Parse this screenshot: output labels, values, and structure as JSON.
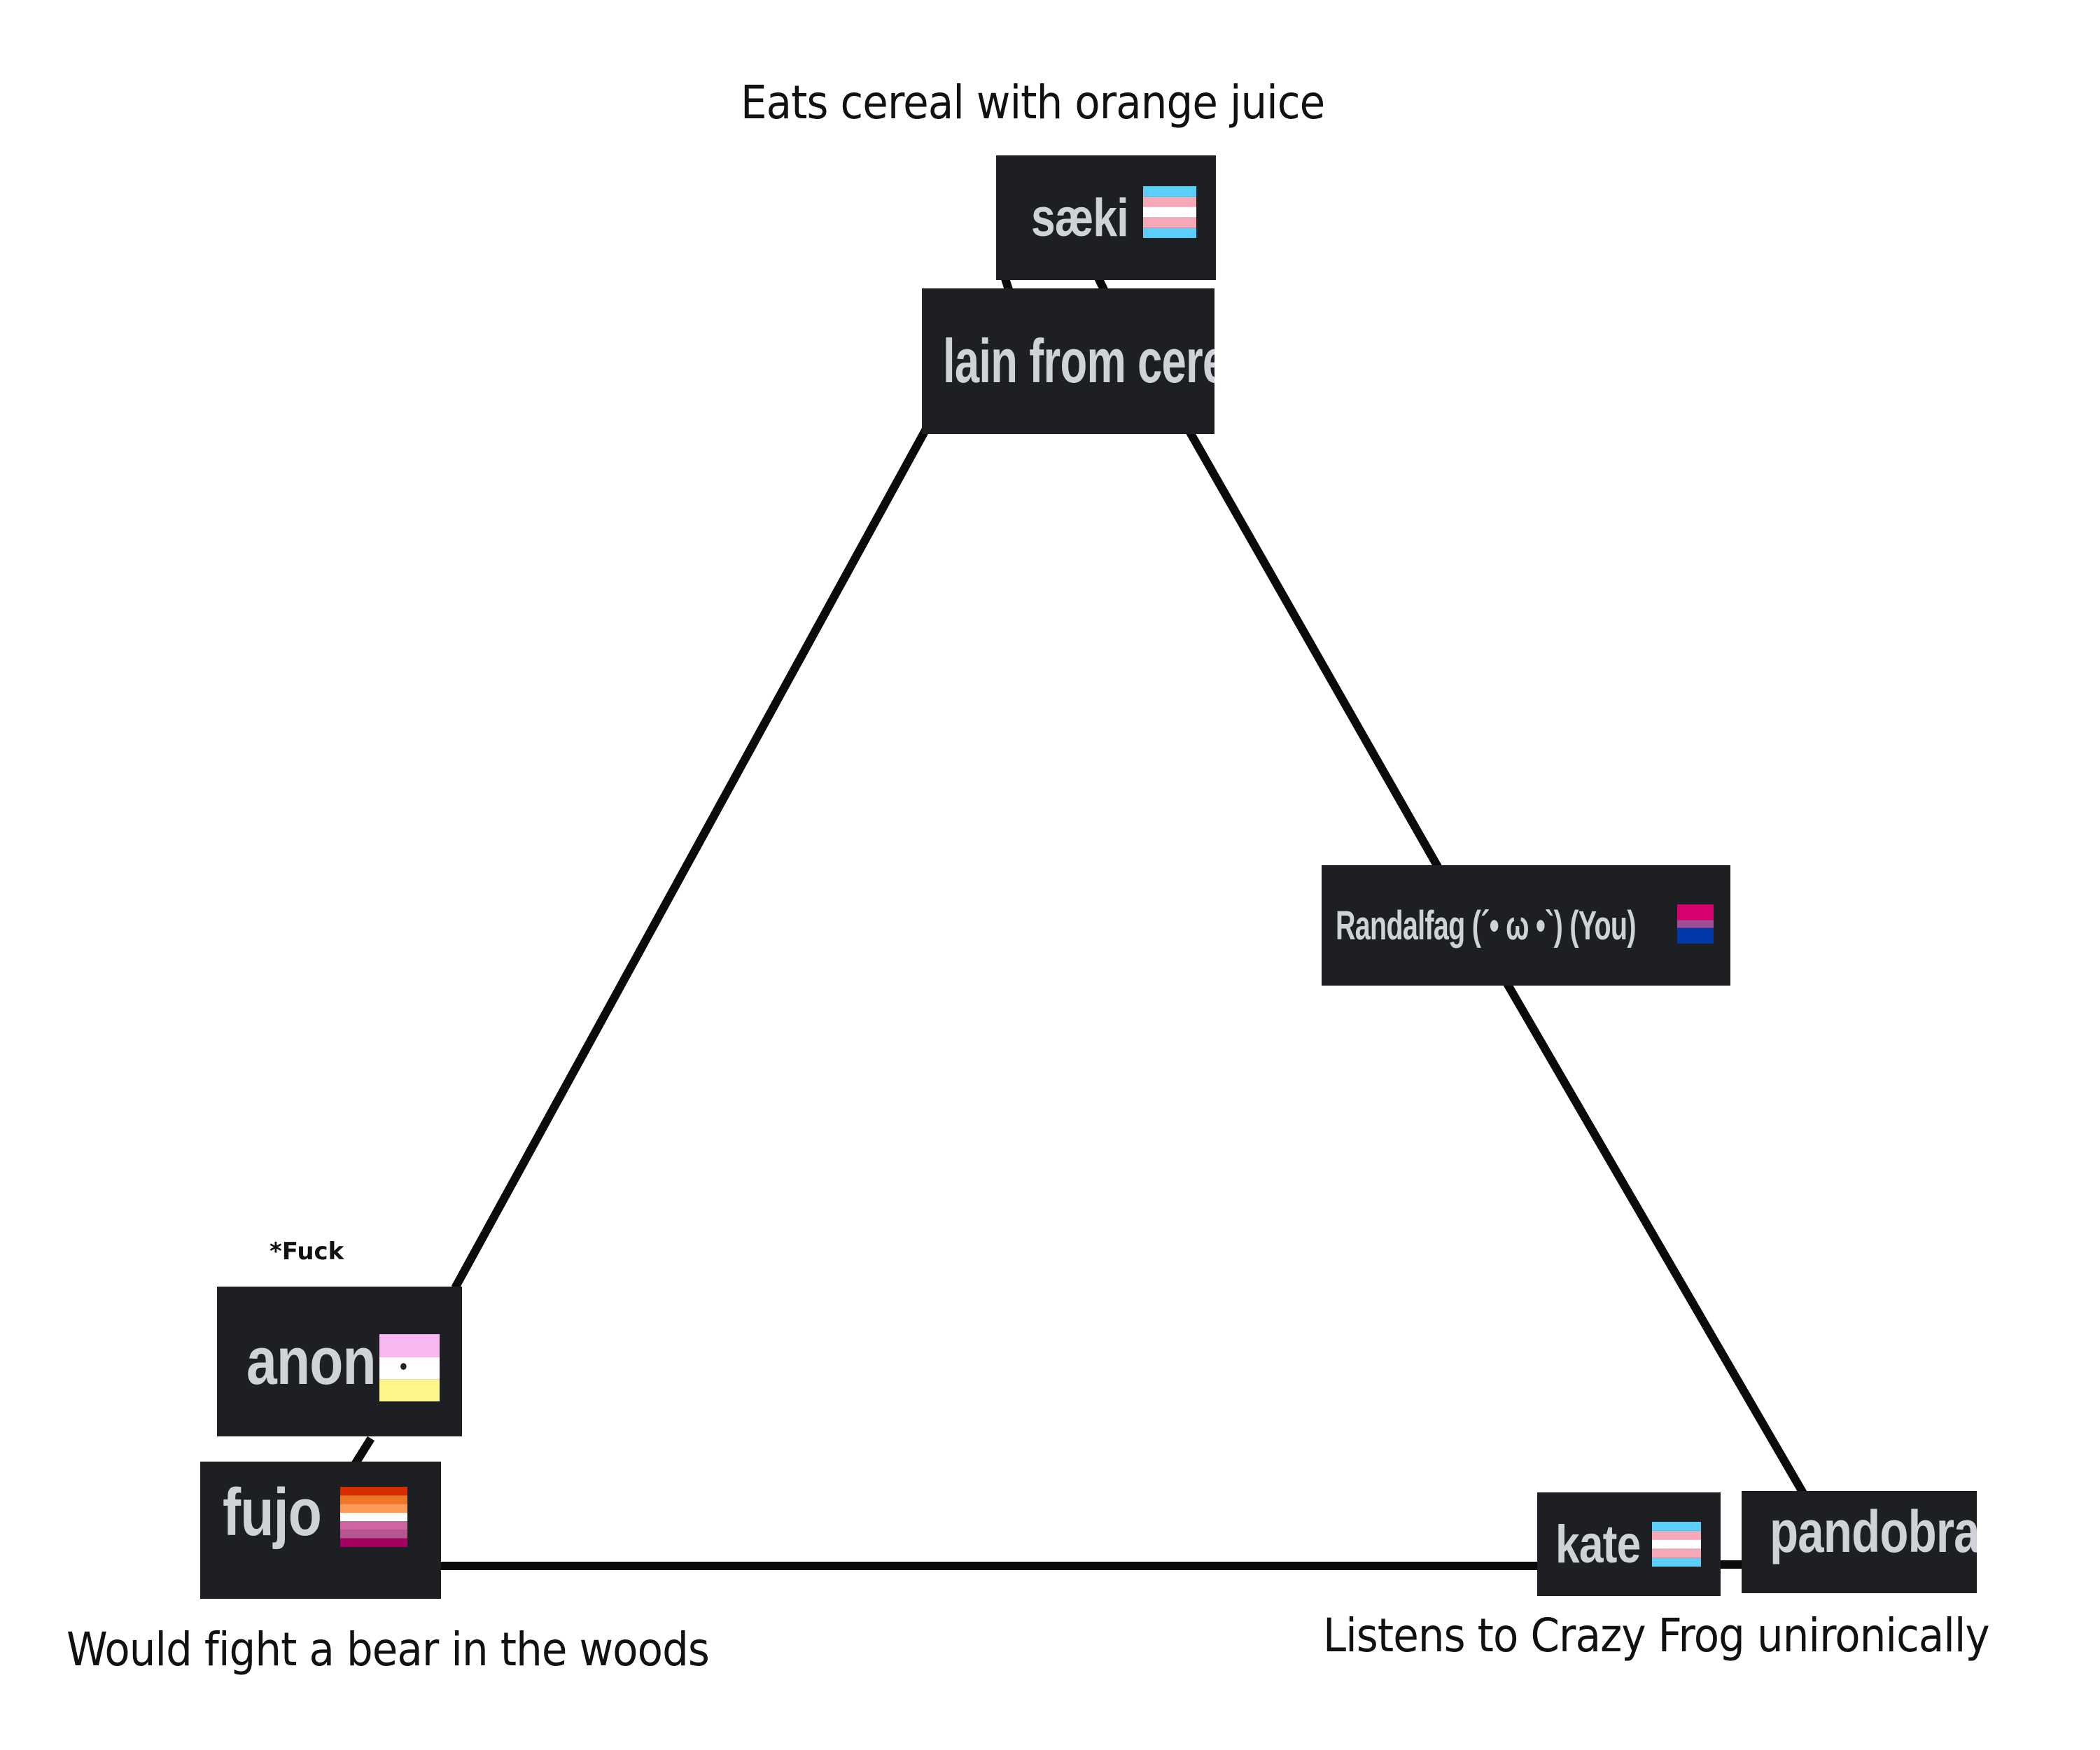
{
  "captions": {
    "top": "Eats cereal with orange juice",
    "bottom_left": "Would fight a bear in the woods",
    "bottom_right": "Listens to Crazy Frog unironically"
  },
  "note": "*Fuck",
  "nodes": {
    "saeki": {
      "name": "sæki",
      "flag": "transgender-flag-icon",
      "colors": [
        "#5bcefa",
        "#f5a9b8",
        "#ffffff",
        "#f5a9b8",
        "#5bcefa"
      ]
    },
    "lain": {
      "name": "lain from cereal"
    },
    "randalfag": {
      "name": "Randalfag (´• ω •`) (You)",
      "flag": "bisexual-flag-icon",
      "colors": [
        "#d60270",
        "#9b4f96",
        "#0038a8"
      ]
    },
    "anon": {
      "name": "anon",
      "flag": "unknown-flag-icon",
      "colors": [
        "#f8b7f0",
        "#ffffff",
        "#fff68a"
      ]
    },
    "fujo": {
      "name": "fujo",
      "flag": "lesbian-flag-icon",
      "colors": [
        "#d52d00",
        "#ef7627",
        "#ff9a56",
        "#ffffff",
        "#d162a4",
        "#b55690",
        "#a30262"
      ]
    },
    "kate": {
      "name": "kate",
      "flag": "transgender-flag-icon",
      "colors": [
        "#5bcefa",
        "#f5a9b8",
        "#ffffff",
        "#f5a9b8",
        "#5bcefa"
      ]
    },
    "pandobra": {
      "name": "pandobra"
    }
  },
  "colors": {
    "tag_background": "#1e1f22",
    "tag_text": "#cfd3d8",
    "line": "#0b0b0b"
  }
}
